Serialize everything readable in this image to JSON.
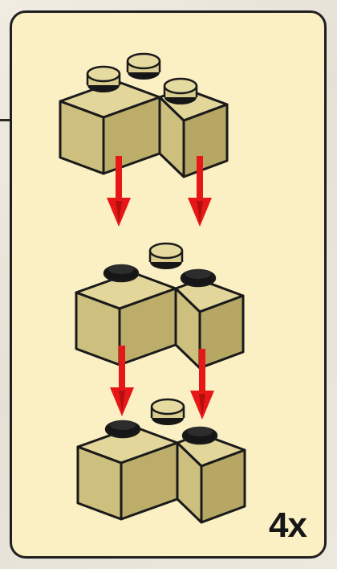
{
  "step": {
    "quantity_label": "4x"
  },
  "colors": {
    "panel_background": "#fbefc4",
    "brick_top": "#e2d69a",
    "brick_front": "#cdbf7d",
    "brick_side": "#b6a765",
    "stud_socket": "#161616",
    "arrow": "#e81717",
    "outline": "#1a1a1a"
  },
  "bricks": [
    {
      "part": "corner-brick-2x2",
      "color_name": "tan",
      "role": "top"
    },
    {
      "part": "corner-brick-2x2",
      "color_name": "tan",
      "role": "middle"
    },
    {
      "part": "corner-brick-2x2",
      "color_name": "tan",
      "role": "bottom"
    }
  ],
  "icons": [
    "corner-brick",
    "down-arrow"
  ]
}
